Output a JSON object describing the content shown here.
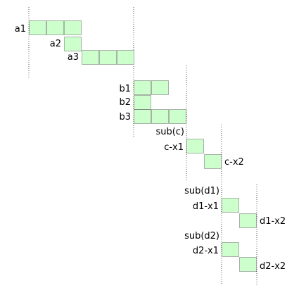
{
  "colors": {
    "cell_fill": "#ccffcc",
    "cell_border": "#666666",
    "guide_line": "#555555",
    "text": "#000000"
  },
  "rows": [
    {
      "label": "a1",
      "cells": 3
    },
    {
      "label": "a2",
      "cells": 1
    },
    {
      "label": "a3",
      "cells": 3
    },
    {
      "label": "b1",
      "cells": 2
    },
    {
      "label": "b2",
      "cells": 1
    },
    {
      "label": "b3",
      "cells": 3
    },
    {
      "label": "sub(c)",
      "cells": 0
    },
    {
      "label": "c-x1",
      "cells": 1
    },
    {
      "label": "c-x2",
      "cells": 1
    },
    {
      "label": "sub(d1)",
      "cells": 0
    },
    {
      "label": "d1-x1",
      "cells": 1
    },
    {
      "label": "d1-x2",
      "cells": 1
    },
    {
      "label": "sub(d2)",
      "cells": 0
    },
    {
      "label": "d2-x1",
      "cells": 1
    },
    {
      "label": "d2-x2",
      "cells": 1
    }
  ]
}
